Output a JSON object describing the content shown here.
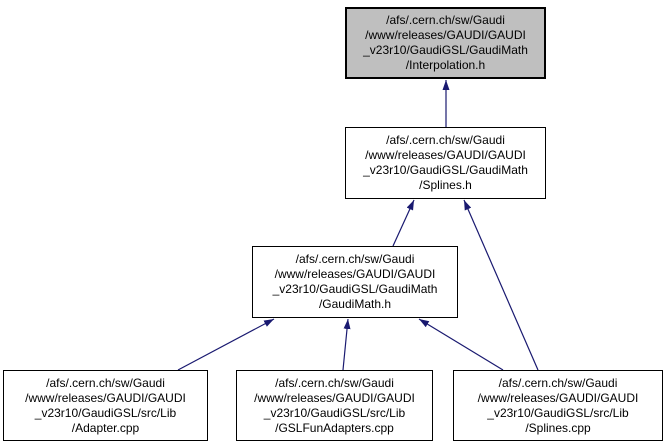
{
  "graph": {
    "type": "include-dependency-graph",
    "colors": {
      "arrow": "#191970",
      "highlight_fill": "#bfbfbf",
      "node_fill": "#ffffff",
      "node_border": "#000000",
      "background": "#ffffff",
      "text": "#000000"
    },
    "nodes": [
      {
        "id": "interpolation-h",
        "highlighted": true,
        "lines": [
          "/afs/.cern.ch/sw/Gaudi",
          "/www/releases/GAUDI/GAUDI",
          "_v23r10/GaudiGSL/GaudiMath",
          "/Interpolation.h"
        ]
      },
      {
        "id": "splines-h",
        "highlighted": false,
        "lines": [
          "/afs/.cern.ch/sw/Gaudi",
          "/www/releases/GAUDI/GAUDI",
          "_v23r10/GaudiGSL/GaudiMath",
          "/Splines.h"
        ]
      },
      {
        "id": "gaudimath-h",
        "highlighted": false,
        "lines": [
          "/afs/.cern.ch/sw/Gaudi",
          "/www/releases/GAUDI/GAUDI",
          "_v23r10/GaudiGSL/GaudiMath",
          "/GaudiMath.h"
        ]
      },
      {
        "id": "adapter-cpp",
        "highlighted": false,
        "lines": [
          "/afs/.cern.ch/sw/Gaudi",
          "/www/releases/GAUDI/GAUDI",
          "_v23r10/GaudiGSL/src/Lib",
          "/Adapter.cpp"
        ]
      },
      {
        "id": "gslfunadapters-cpp",
        "highlighted": false,
        "lines": [
          "/afs/.cern.ch/sw/Gaudi",
          "/www/releases/GAUDI/GAUDI",
          "_v23r10/GaudiGSL/src/Lib",
          "/GSLFunAdapters.cpp"
        ]
      },
      {
        "id": "splines-cpp",
        "highlighted": false,
        "lines": [
          "/afs/.cern.ch/sw/Gaudi",
          "/www/releases/GAUDI/GAUDI",
          "_v23r10/GaudiGSL/src/Lib",
          "/Splines.cpp"
        ]
      }
    ],
    "edges": [
      {
        "from": "splines-h",
        "to": "interpolation-h"
      },
      {
        "from": "gaudimath-h",
        "to": "splines-h"
      },
      {
        "from": "splines-cpp",
        "to": "splines-h"
      },
      {
        "from": "adapter-cpp",
        "to": "gaudimath-h"
      },
      {
        "from": "gslfunadapters-cpp",
        "to": "gaudimath-h"
      },
      {
        "from": "splines-cpp",
        "to": "gaudimath-h"
      }
    ]
  }
}
